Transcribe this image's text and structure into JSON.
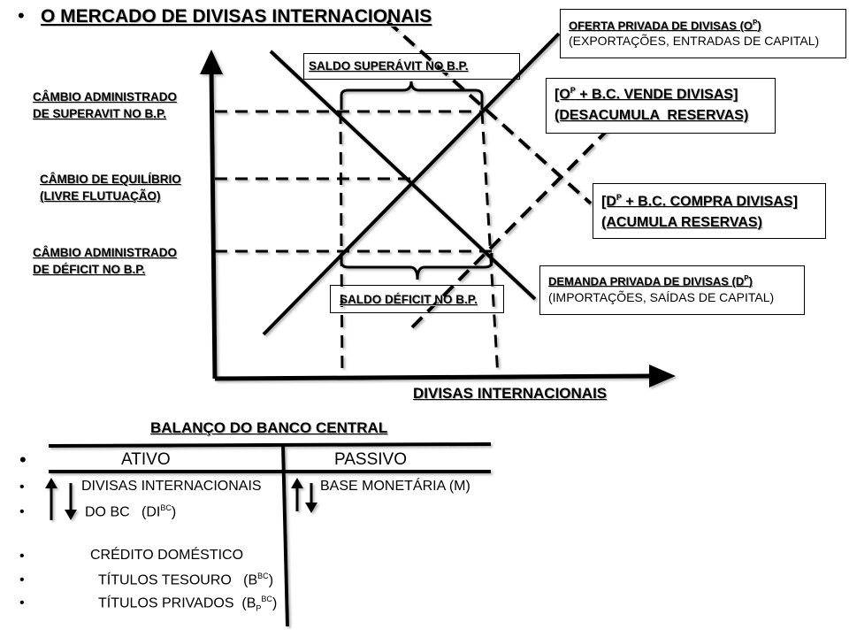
{
  "title": "O MERCADO DE DIVISAS INTERNACIONAIS",
  "labels": {
    "cambio_superavit_1": "CÂMBIO ADMINISTRADO",
    "cambio_superavit_2": "DE SUPERAVIT NO B.P.",
    "cambio_equilibrio_1": "CÂMBIO DE EQUILÍBRIO",
    "cambio_equilibrio_2": "(LIVRE FLUTUAÇÃO)",
    "cambio_deficit_1": "CÂMBIO ADMINISTRADO",
    "cambio_deficit_2": "DE DÉFICIT NO B.P.",
    "saldo_superavit": "SALDO SUPERÁVIT NO B.P.",
    "saldo_deficit": "SALDO DÉFICIT NO B.P.",
    "x_axis": "DIVISAS INTERNACIONAIS"
  },
  "oferta": {
    "title_pre": "OFERTA PRIVADA DE DIVISAS (O",
    "title_sup": "P",
    "title_post": ")",
    "subtitle": "(EXPORTAÇÕES, ENTRADAS DE CAPITAL)"
  },
  "demanda": {
    "title_pre": "DEMANDA PRIVADA DE DIVISAS (D",
    "title_sup": "P",
    "title_post": ")",
    "subtitle": "(IMPORTAÇÕES, SAÍDAS DE CAPITAL)"
  },
  "vende": {
    "line1_pre": "[O",
    "line1_sup": "P",
    "line1_post": " + B.C. VENDE DIVISAS]",
    "line2": "(DESACUMULA  RESERVAS)"
  },
  "compra": {
    "line1_pre": "[D",
    "line1_sup": "P",
    "line1_post": " + B.C. COMPRA DIVISAS]",
    "line2": "(ACUMULA RESERVAS)"
  },
  "balanco": {
    "title": "BALANÇO DO BANCO CENTRAL",
    "ativo": "ATIVO",
    "passivo": "PASSIVO",
    "divisas": "DIVISAS INTERNACIONAIS",
    "base": "BASE MONETÁRIA (M)",
    "do_bc_pre": "DO BC   (DI",
    "do_bc_sup": "BC",
    "do_bc_post": ")",
    "credito": "CRÉDITO DOMÉSTICO",
    "titulos_tesouro_pre": "TÍTULOS TESOURO   (B",
    "titulos_tesouro_sup": "BC",
    "titulos_tesouro_post": ")",
    "titulos_privados_pre": "TÍTULOS PRIVADOS  (B",
    "titulos_privados_sub": "P",
    "titulos_privados_sup": "BC",
    "titulos_privados_post": ")"
  }
}
